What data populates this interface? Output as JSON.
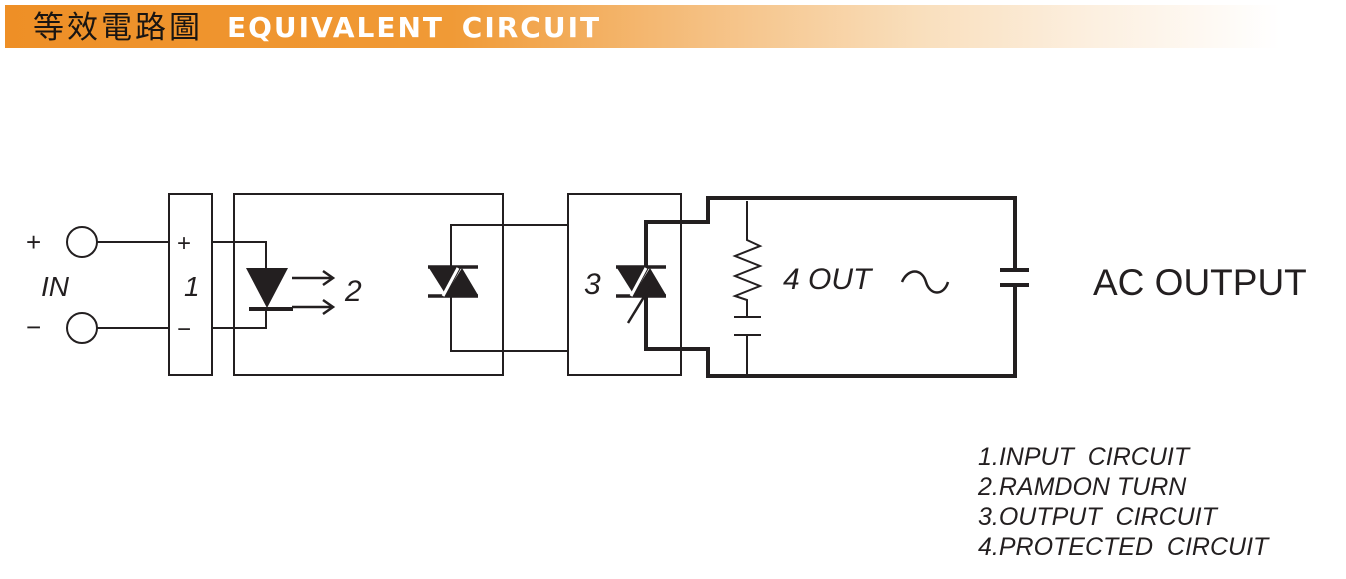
{
  "header": {
    "title_chinese": "等效電路圖",
    "title_english": "EQUIVALENT  CIRCUIT",
    "accent_color": "#ee8f26"
  },
  "diagram": {
    "input": {
      "plus_symbol": "+",
      "minus_symbol": "−",
      "label": "IN"
    },
    "block1": {
      "number": "1",
      "plus_symbol": "+",
      "minus_symbol": "−"
    },
    "block2": {
      "number": "2",
      "components": [
        "led-icon",
        "light-arrow-icon",
        "triac-icon"
      ]
    },
    "block3": {
      "number": "3",
      "components": [
        "triac-icon"
      ]
    },
    "block4": {
      "label": "4 OUT",
      "ac_symbol": "∼",
      "components": [
        "resistor-icon",
        "capacitor-icon"
      ]
    },
    "output_label": "AC OUTPUT"
  },
  "legend": [
    "1.INPUT  CIRCUIT",
    "2.RAMDON TURN",
    "3.OUTPUT  CIRCUIT",
    "4.PROTECTED  CIRCUIT"
  ]
}
